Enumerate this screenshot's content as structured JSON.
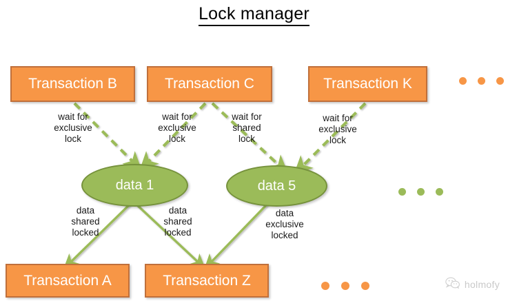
{
  "title": "Lock manager",
  "colors": {
    "box_fill": "#F79646",
    "box_border": "#C0703B",
    "ellipse_fill": "#9BBB59",
    "ellipse_border": "#76923C",
    "arrow": "#9BBB59",
    "text_on_shape": "#FFFFFF",
    "label_text": "#1A1A1A",
    "watermark": "#C9C9C9"
  },
  "diagram": {
    "type": "node-link-diagram",
    "transactions_top": [
      {
        "id": "B",
        "label": "Transaction B"
      },
      {
        "id": "C",
        "label": "Transaction C"
      },
      {
        "id": "K",
        "label": "Transaction K"
      }
    ],
    "data_items": [
      {
        "id": "data1",
        "label": "data 1"
      },
      {
        "id": "data5",
        "label": "data 5"
      }
    ],
    "transactions_bottom": [
      {
        "id": "A",
        "label": "Transaction A"
      },
      {
        "id": "Z",
        "label": "Transaction Z"
      }
    ],
    "wait_edges": [
      {
        "from": "Transaction B",
        "to": "data 1",
        "label": "wait for\nexclusive\nlock",
        "style": "dashed"
      },
      {
        "from": "Transaction C",
        "to": "data 1",
        "label": "wait for\nexclusive\nlock",
        "style": "dashed"
      },
      {
        "from": "Transaction C",
        "to": "data 5",
        "label": "wait for\nshared\nlock",
        "style": "dashed"
      },
      {
        "from": "Transaction K",
        "to": "data 5",
        "label": "wait for\nexclusive\nlock",
        "style": "dashed"
      }
    ],
    "lock_edges": [
      {
        "from": "data 1",
        "to": "Transaction A",
        "label": "data\nshared\nlocked",
        "style": "solid"
      },
      {
        "from": "data 1",
        "to": "Transaction Z",
        "label": "data\nshared\nlocked",
        "style": "solid"
      },
      {
        "from": "data 5",
        "to": "Transaction Z",
        "label": "data\nexclusive\nlocked",
        "style": "solid"
      }
    ],
    "ellipsis_groups": [
      {
        "id": "top-right",
        "color": "orange",
        "count": 3
      },
      {
        "id": "middle-right",
        "color": "green",
        "count": 3
      },
      {
        "id": "bottom-middle",
        "color": "orange",
        "count": 3
      }
    ]
  },
  "watermark": {
    "icon": "wechat-icon",
    "text": "holmofy"
  }
}
